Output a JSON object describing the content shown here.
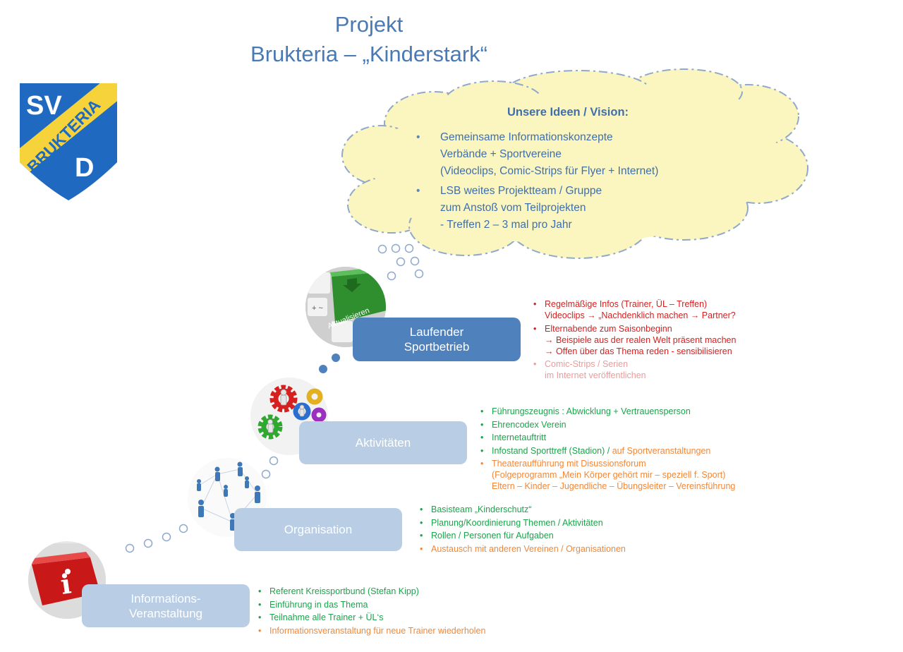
{
  "title": {
    "line1": "Projekt",
    "line2": "Brukteria – „Kinderstark“"
  },
  "logo": {
    "text_sv": "SV",
    "text_brukteria": "BRUKTERIA",
    "text_d": "D",
    "colors": {
      "blue": "#1f6ac0",
      "yellow": "#f6d33a"
    }
  },
  "cloud": {
    "heading": "Unsere Ideen / Vision:",
    "items": [
      {
        "text": "Gemeinsame  Informationskonzepte\nVerbände  + Sportvereine\n(Videoclips, Comic-Strips für Flyer + Internet)"
      },
      {
        "text": "LSB weites Projektteam / Gruppe\nzum Anstoß vom Teilprojekten\n- Treffen 2 – 3 mal pro Jahr"
      }
    ]
  },
  "stages": {
    "laufender": {
      "label": "Laufender\nSportbetrieb",
      "key_label": "Aktualisieren",
      "items": [
        {
          "text": "Regelmäßige Infos (Trainer, ÜL – Treffen)\nVideoclips  → „Nachdenklich machen → Partner?",
          "color": "#d42020"
        },
        {
          "text": "Elternabende zum Saisonbeginn\n → Beispiele  aus der realen Welt präsent machen\n → Offen über das Thema reden - sensibilisieren",
          "color": "#d42020"
        },
        {
          "text": "Comic-Strips  / Serien\nim Internet veröffentlichen",
          "color": "#ee9a9a"
        }
      ]
    },
    "aktivitaeten": {
      "label": "Aktivitäten",
      "items": [
        {
          "text": "Führungszeugnis : Abwicklung + Vertrauensperson",
          "color": "#1ea24c"
        },
        {
          "text": "Ehrencodex Verein",
          "color": "#1ea24c"
        },
        {
          "text": "Internetauftritt",
          "color": "#1ea24c"
        },
        {
          "text_main": "Infostand Sporttreff (Stadion) / ",
          "text_extra": "auf Sportveranstaltungen",
          "color": "#1ea24c",
          "extra_color": "#f0883a"
        },
        {
          "text": "Theateraufführung mit Disussionsforum\n(Folgeprogramm „Mein Körper gehört mir – speziell f. Sport)\nEltern – Kinder – Jugendliche – Übungsleiter – Vereinsführung",
          "color": "#f0883a"
        }
      ]
    },
    "organisation": {
      "label": "Organisation",
      "items": [
        {
          "text": "Basisteam „Kinderschutz“",
          "color": "#1ea24c"
        },
        {
          "text": "Planung/Koordinierung  Themen / Aktivitäten",
          "color": "#1ea24c"
        },
        {
          "text": "Rollen / Personen für Aufgaben",
          "color": "#1ea24c"
        },
        {
          "text": "Austausch mit anderen Vereinen / Organisationen",
          "color": "#f0883a"
        }
      ]
    },
    "information": {
      "label": "Informations-\nVeranstaltung",
      "key_label": "i",
      "items": [
        {
          "text": "Referent  Kreissportbund (Stefan Kipp)",
          "color": "#1ea24c"
        },
        {
          "text": "Einführung in das  Thema",
          "color": "#1ea24c"
        },
        {
          "text": "Teilnahme alle Trainer + ÜL‘s",
          "color": "#1ea24c"
        },
        {
          "text": "Informationsveranstaltung für neue Trainer wiederholen",
          "color": "#f0883a"
        }
      ]
    }
  }
}
